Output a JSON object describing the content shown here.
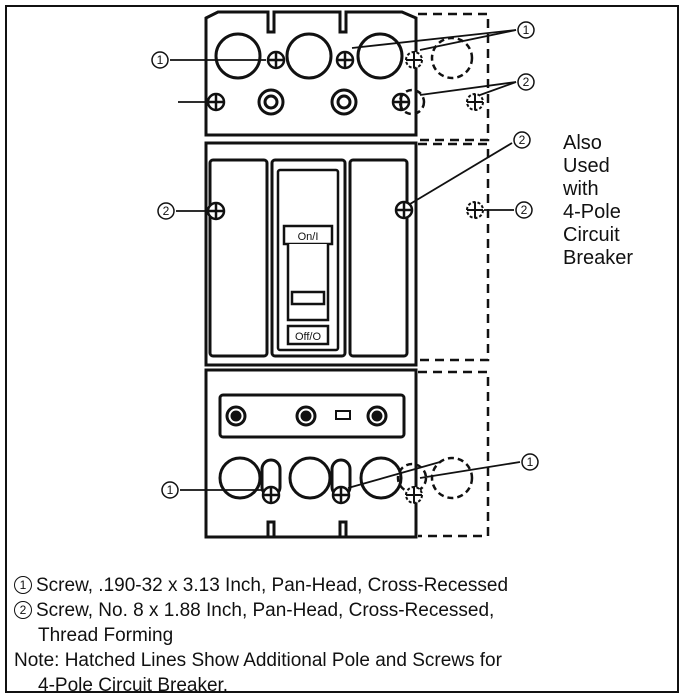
{
  "callouts": {
    "one": "1",
    "two": "2"
  },
  "switch": {
    "on_label": "On/I",
    "off_label": "Off/O"
  },
  "side_note": [
    "Also",
    "Used",
    "with",
    "4-Pole",
    "Circuit",
    "Breaker"
  ],
  "legend": {
    "item1_marker": "1",
    "item1": "Screw, .190-32 x 3.13 Inch, Pan-Head, Cross-Recessed",
    "item2_marker": "2",
    "item2_line1": "Screw, No. 8 x 1.88 Inch, Pan-Head, Cross-Recessed,",
    "item2_line2": "Thread Forming",
    "note_line1": "Note: Hatched Lines Show Additional Pole and Screws for",
    "note_line2": "4-Pole Circuit Breaker."
  }
}
